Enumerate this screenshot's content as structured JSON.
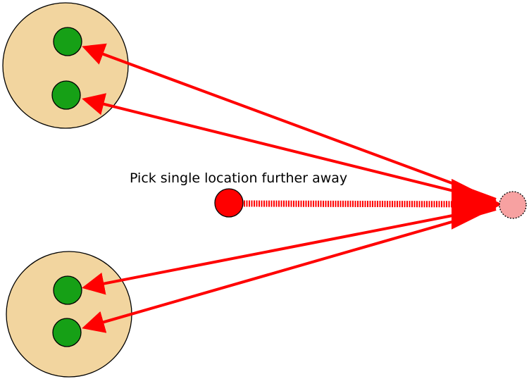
{
  "caption": "Pick single location further away",
  "colors": {
    "cluster_fill": "#f2d59f",
    "node_fill": "#16a016",
    "source_fill": "#ff0000",
    "target_fill": "#f7a1a1",
    "arrow": "#ff0000",
    "outline": "#000000"
  },
  "elements": {
    "clusters": [
      "cluster-top",
      "cluster-bottom"
    ],
    "nodes": [
      "node-top-1",
      "node-top-2",
      "node-bottom-1",
      "node-bottom-2"
    ],
    "source": "source-location",
    "target": "far-location"
  }
}
